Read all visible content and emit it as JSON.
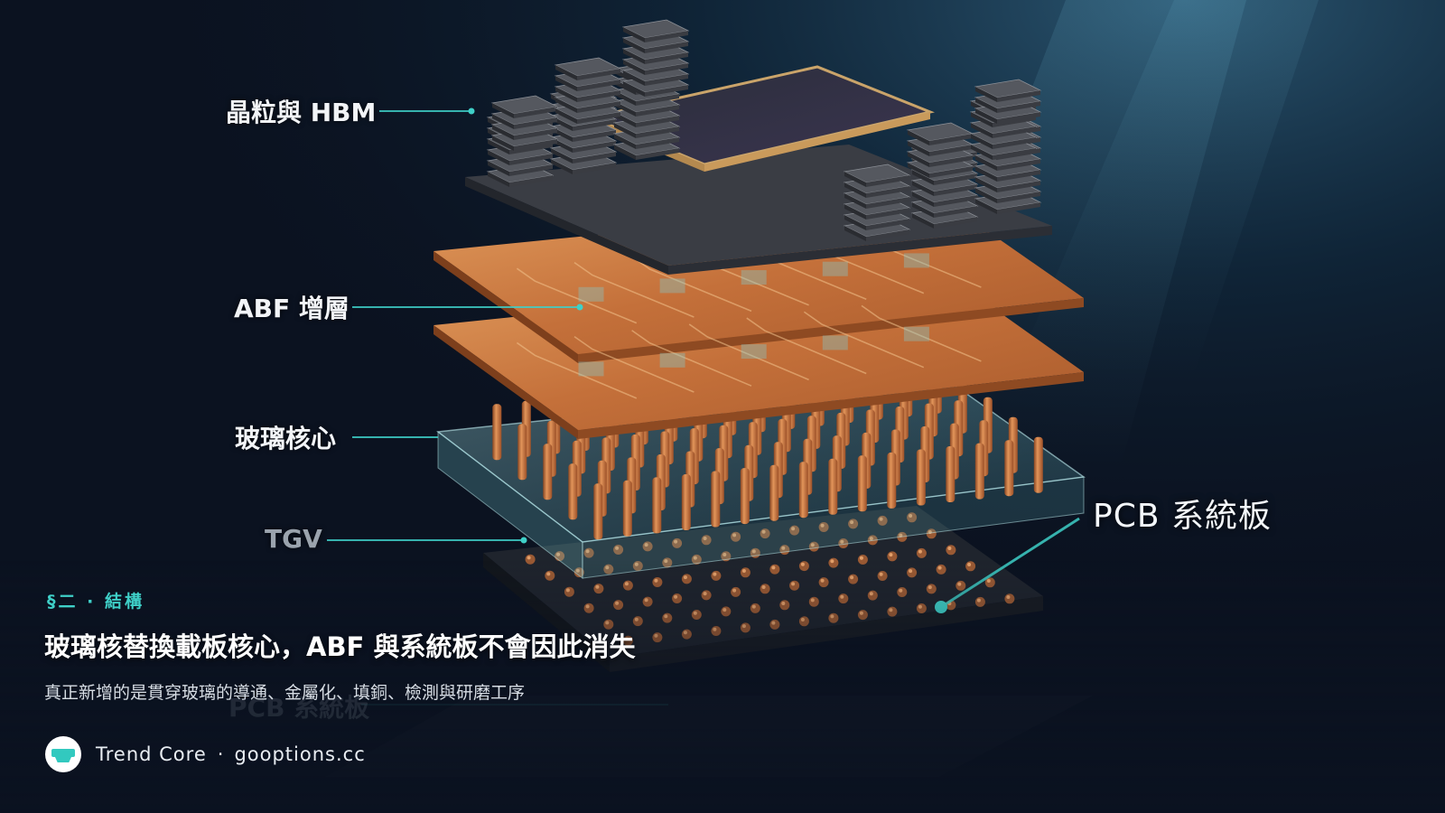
{
  "diagram": {
    "layers": [
      {
        "id": "die-hbm",
        "label": "晶粒與 HBM"
      },
      {
        "id": "abf",
        "label": "ABF 增層"
      },
      {
        "id": "glass-core",
        "label": "玻璃核心"
      },
      {
        "id": "tgv",
        "label": "TGV"
      }
    ],
    "pcb_label": "PCB 系統板",
    "ghost_label": "PCB 系統板",
    "accent_color": "#3fd0c8",
    "copper_color": "#c8743c",
    "glass_color": "#8fd6dc"
  },
  "caption": {
    "section": "§二 · 結構",
    "title": "玻璃核替換載板核心，ABF 與系統板不會因此消失",
    "subtitle": "真正新增的是貫穿玻璃的導通、金屬化、填銅、檢測與研磨工序"
  },
  "brand": {
    "name": "Trend Core",
    "separator": "·",
    "site": "gooptions.cc"
  }
}
